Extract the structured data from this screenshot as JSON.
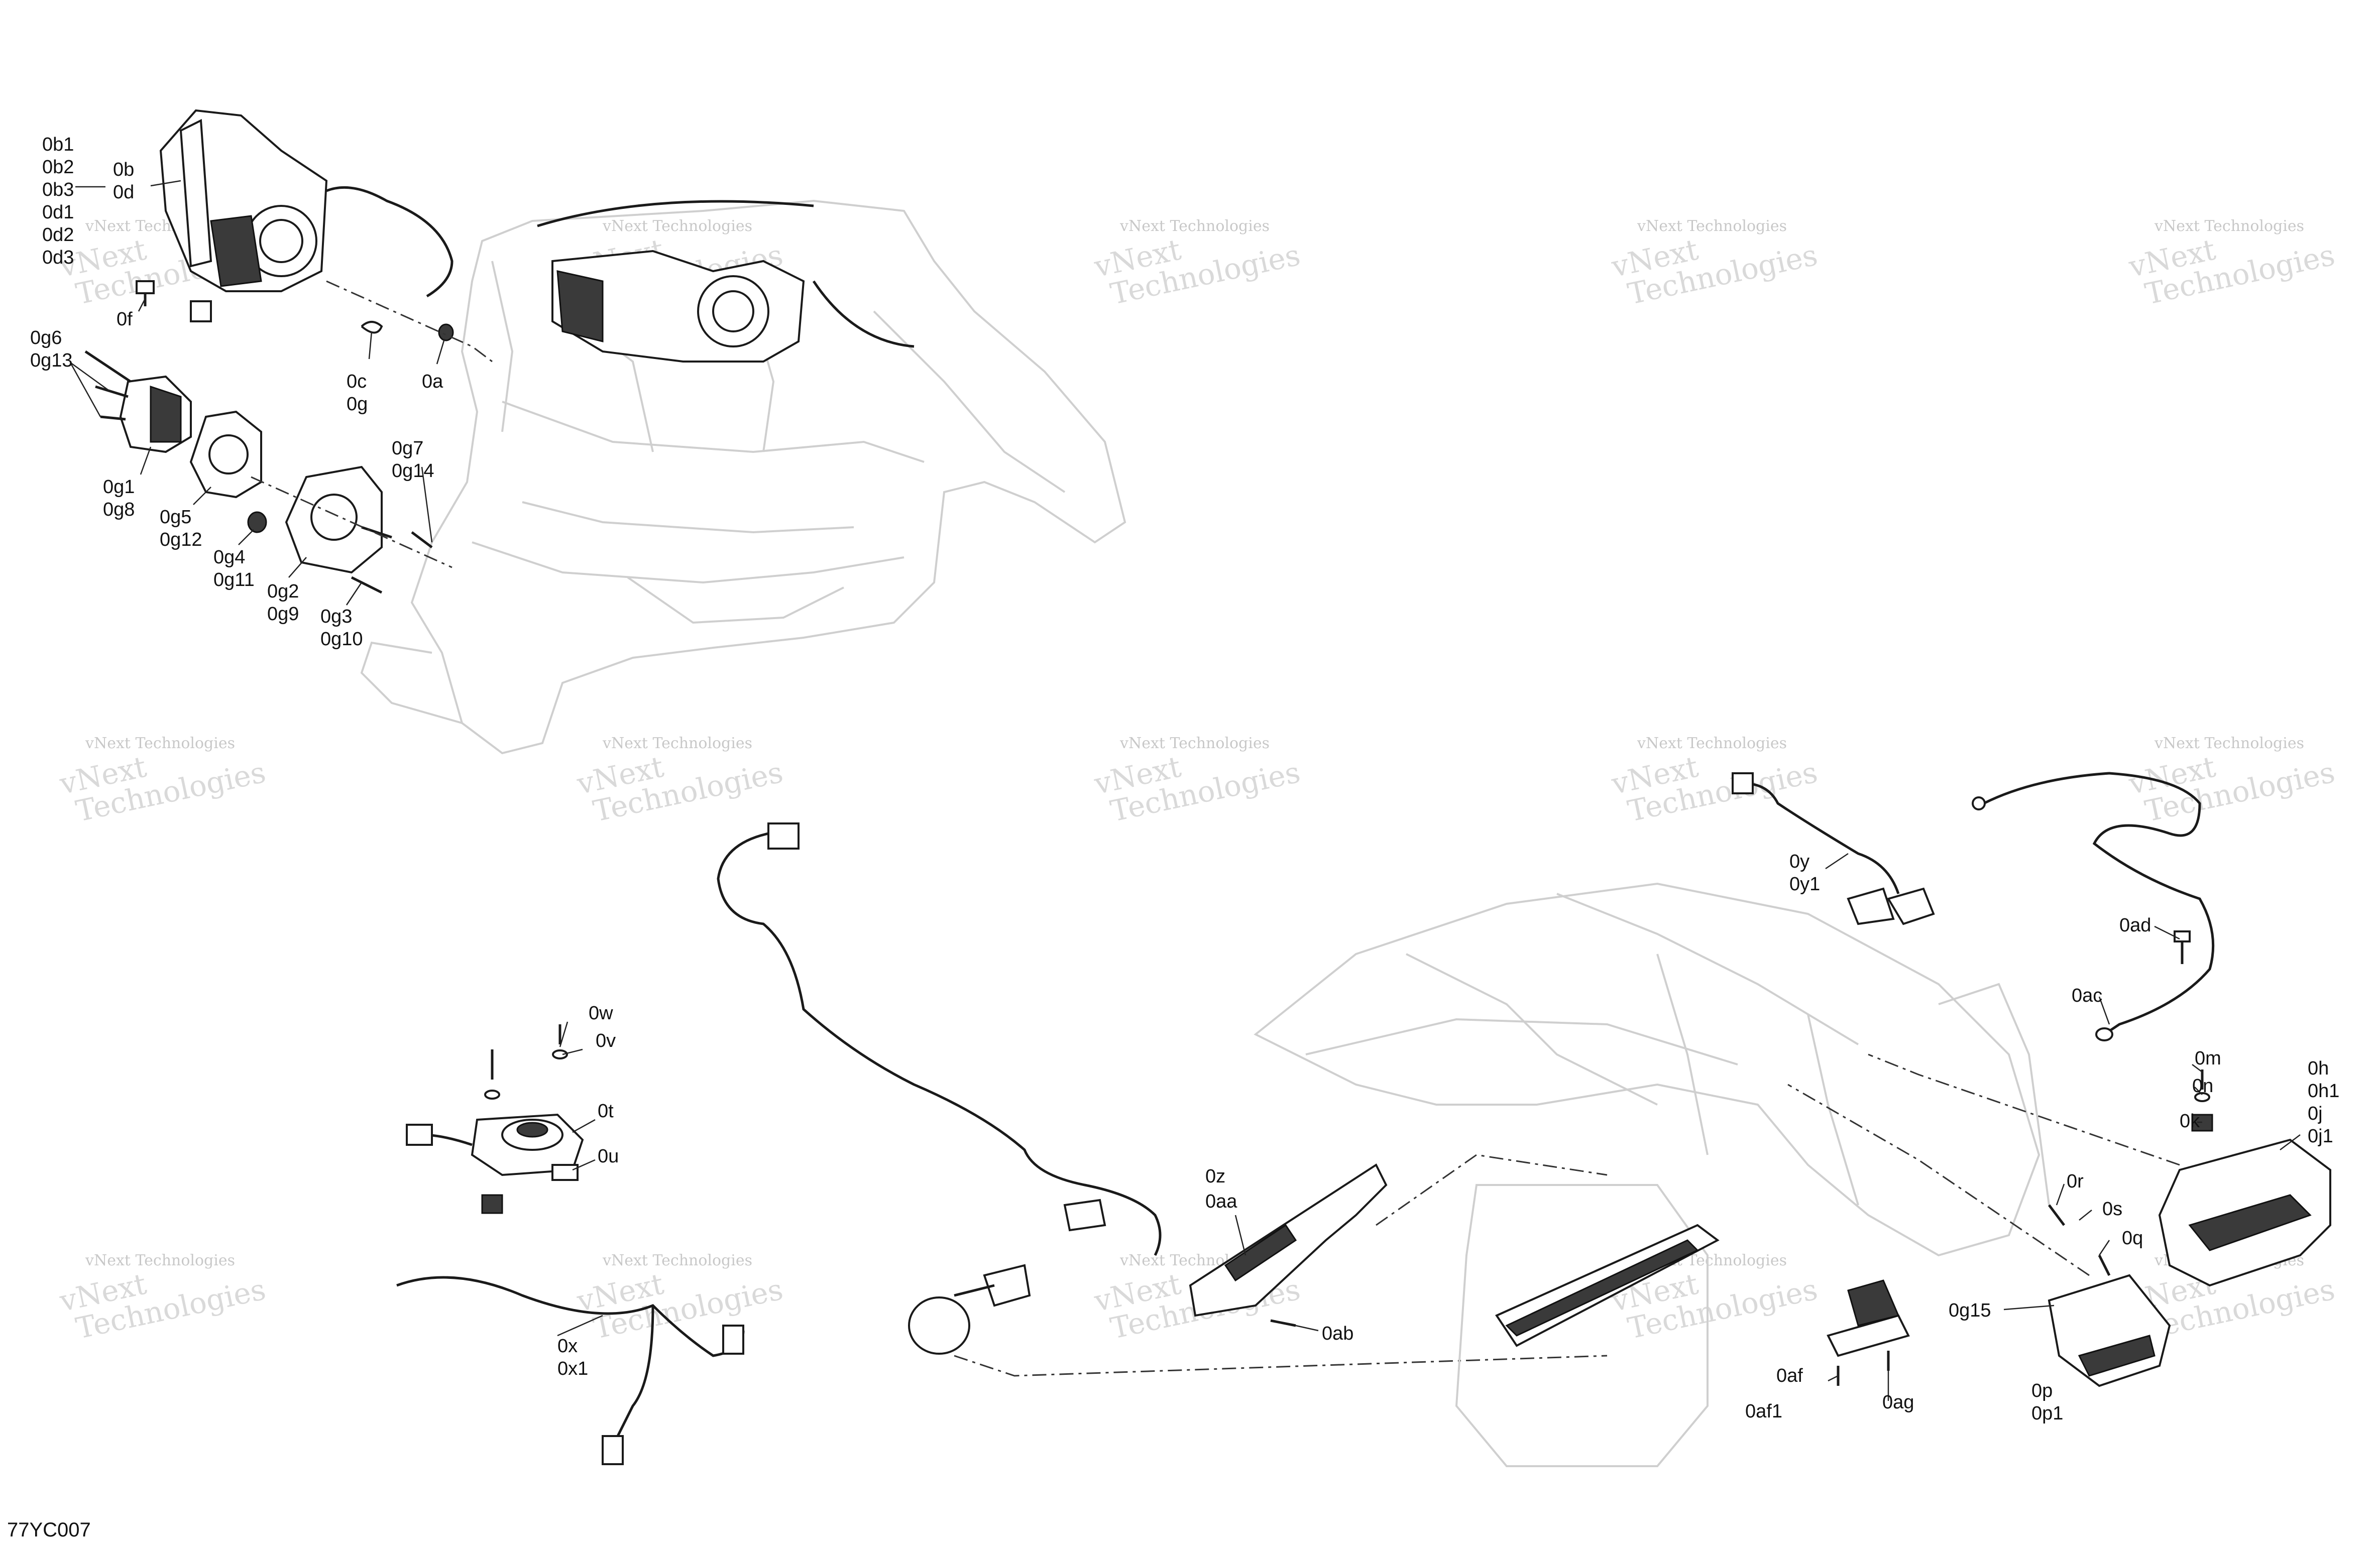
{
  "diagram": {
    "reference_code": "77YC007",
    "watermark": {
      "line1": "vNext Technologies",
      "line2": "vNext\nTechnologies"
    },
    "callouts": {
      "headlamp": [
        "0b1",
        "0b2",
        "0b3",
        "0d1",
        "0d2",
        "0d3"
      ],
      "headlamp_main": [
        "0b",
        "0d"
      ],
      "screw_f": "0f",
      "clip": [
        "0c",
        "0g"
      ],
      "grommet_a": "0a",
      "fog_left_top": [
        "0g6",
        "0g13"
      ],
      "fog_housing": [
        "0g1",
        "0g8"
      ],
      "fog_cover": [
        "0g5",
        "0g12"
      ],
      "fog_nut": [
        "0g4",
        "0g11"
      ],
      "fog_bracket": [
        "0g2",
        "0g9"
      ],
      "fog_screw_b": [
        "0g3",
        "0g10"
      ],
      "fog_screw_a": [
        "0g7",
        "0g14"
      ],
      "horn_screw_w": "0w",
      "horn_washer_v": "0v",
      "horn": "0t",
      "horn_nut_u": "0u",
      "harness_x": [
        "0x",
        "0x1"
      ],
      "bracket_z": [
        "0z",
        "0aa"
      ],
      "screw_ab": "0ab",
      "harness_y": [
        "0y",
        "0y1"
      ],
      "screw_ad": "0ad",
      "ground_ac": "0ac",
      "screw_m": "0m",
      "washer_n": "0n",
      "nut_k": "0k",
      "taillight": [
        "0h",
        "0h1",
        "0j",
        "0j1"
      ],
      "screw_r": "0r",
      "washer_s": "0s",
      "nut_q": "0q",
      "lamp_g15": "0g15",
      "lamp_p": [
        "0p",
        "0p1"
      ],
      "plate_light": [
        "0af",
        "0af1"
      ],
      "screw_ag": "0ag"
    }
  }
}
